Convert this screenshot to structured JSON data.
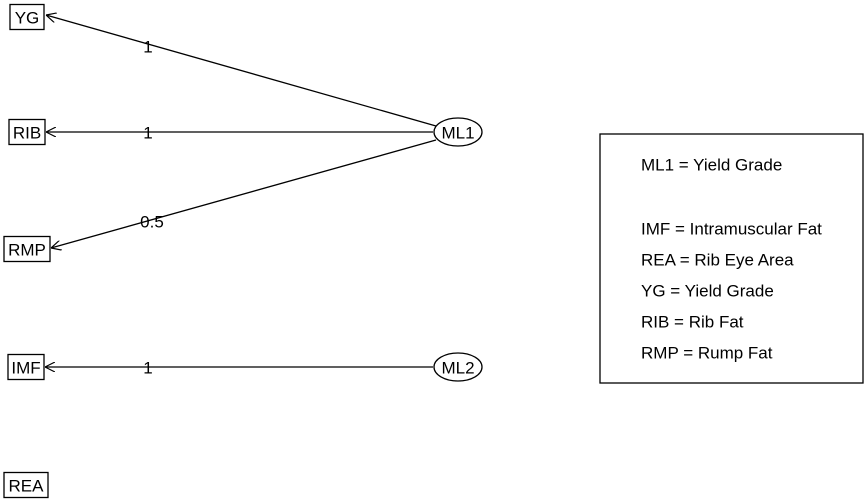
{
  "observed": [
    {
      "id": "YG",
      "label": "YG"
    },
    {
      "id": "RIB",
      "label": "RIB"
    },
    {
      "id": "RMP",
      "label": "RMP"
    },
    {
      "id": "IMF",
      "label": "IMF"
    },
    {
      "id": "REA",
      "label": "REA"
    }
  ],
  "latent": [
    {
      "id": "ML1",
      "label": "ML1"
    },
    {
      "id": "ML2",
      "label": "ML2"
    }
  ],
  "edges": [
    {
      "from": "ML1",
      "to": "YG",
      "label": "1"
    },
    {
      "from": "ML1",
      "to": "RIB",
      "label": "1"
    },
    {
      "from": "ML1",
      "to": "RMP",
      "label": "0.5"
    },
    {
      "from": "ML2",
      "to": "IMF",
      "label": "1"
    }
  ],
  "legend": [
    "ML1 = Yield Grade",
    "",
    "IMF = Intramuscular Fat",
    "REA = Rib Eye Area",
    "YG = Yield Grade",
    "RIB = Rib Fat",
    "RMP = Rump Fat"
  ],
  "colors": {
    "stroke": "#000000",
    "background": "#ffffff"
  }
}
